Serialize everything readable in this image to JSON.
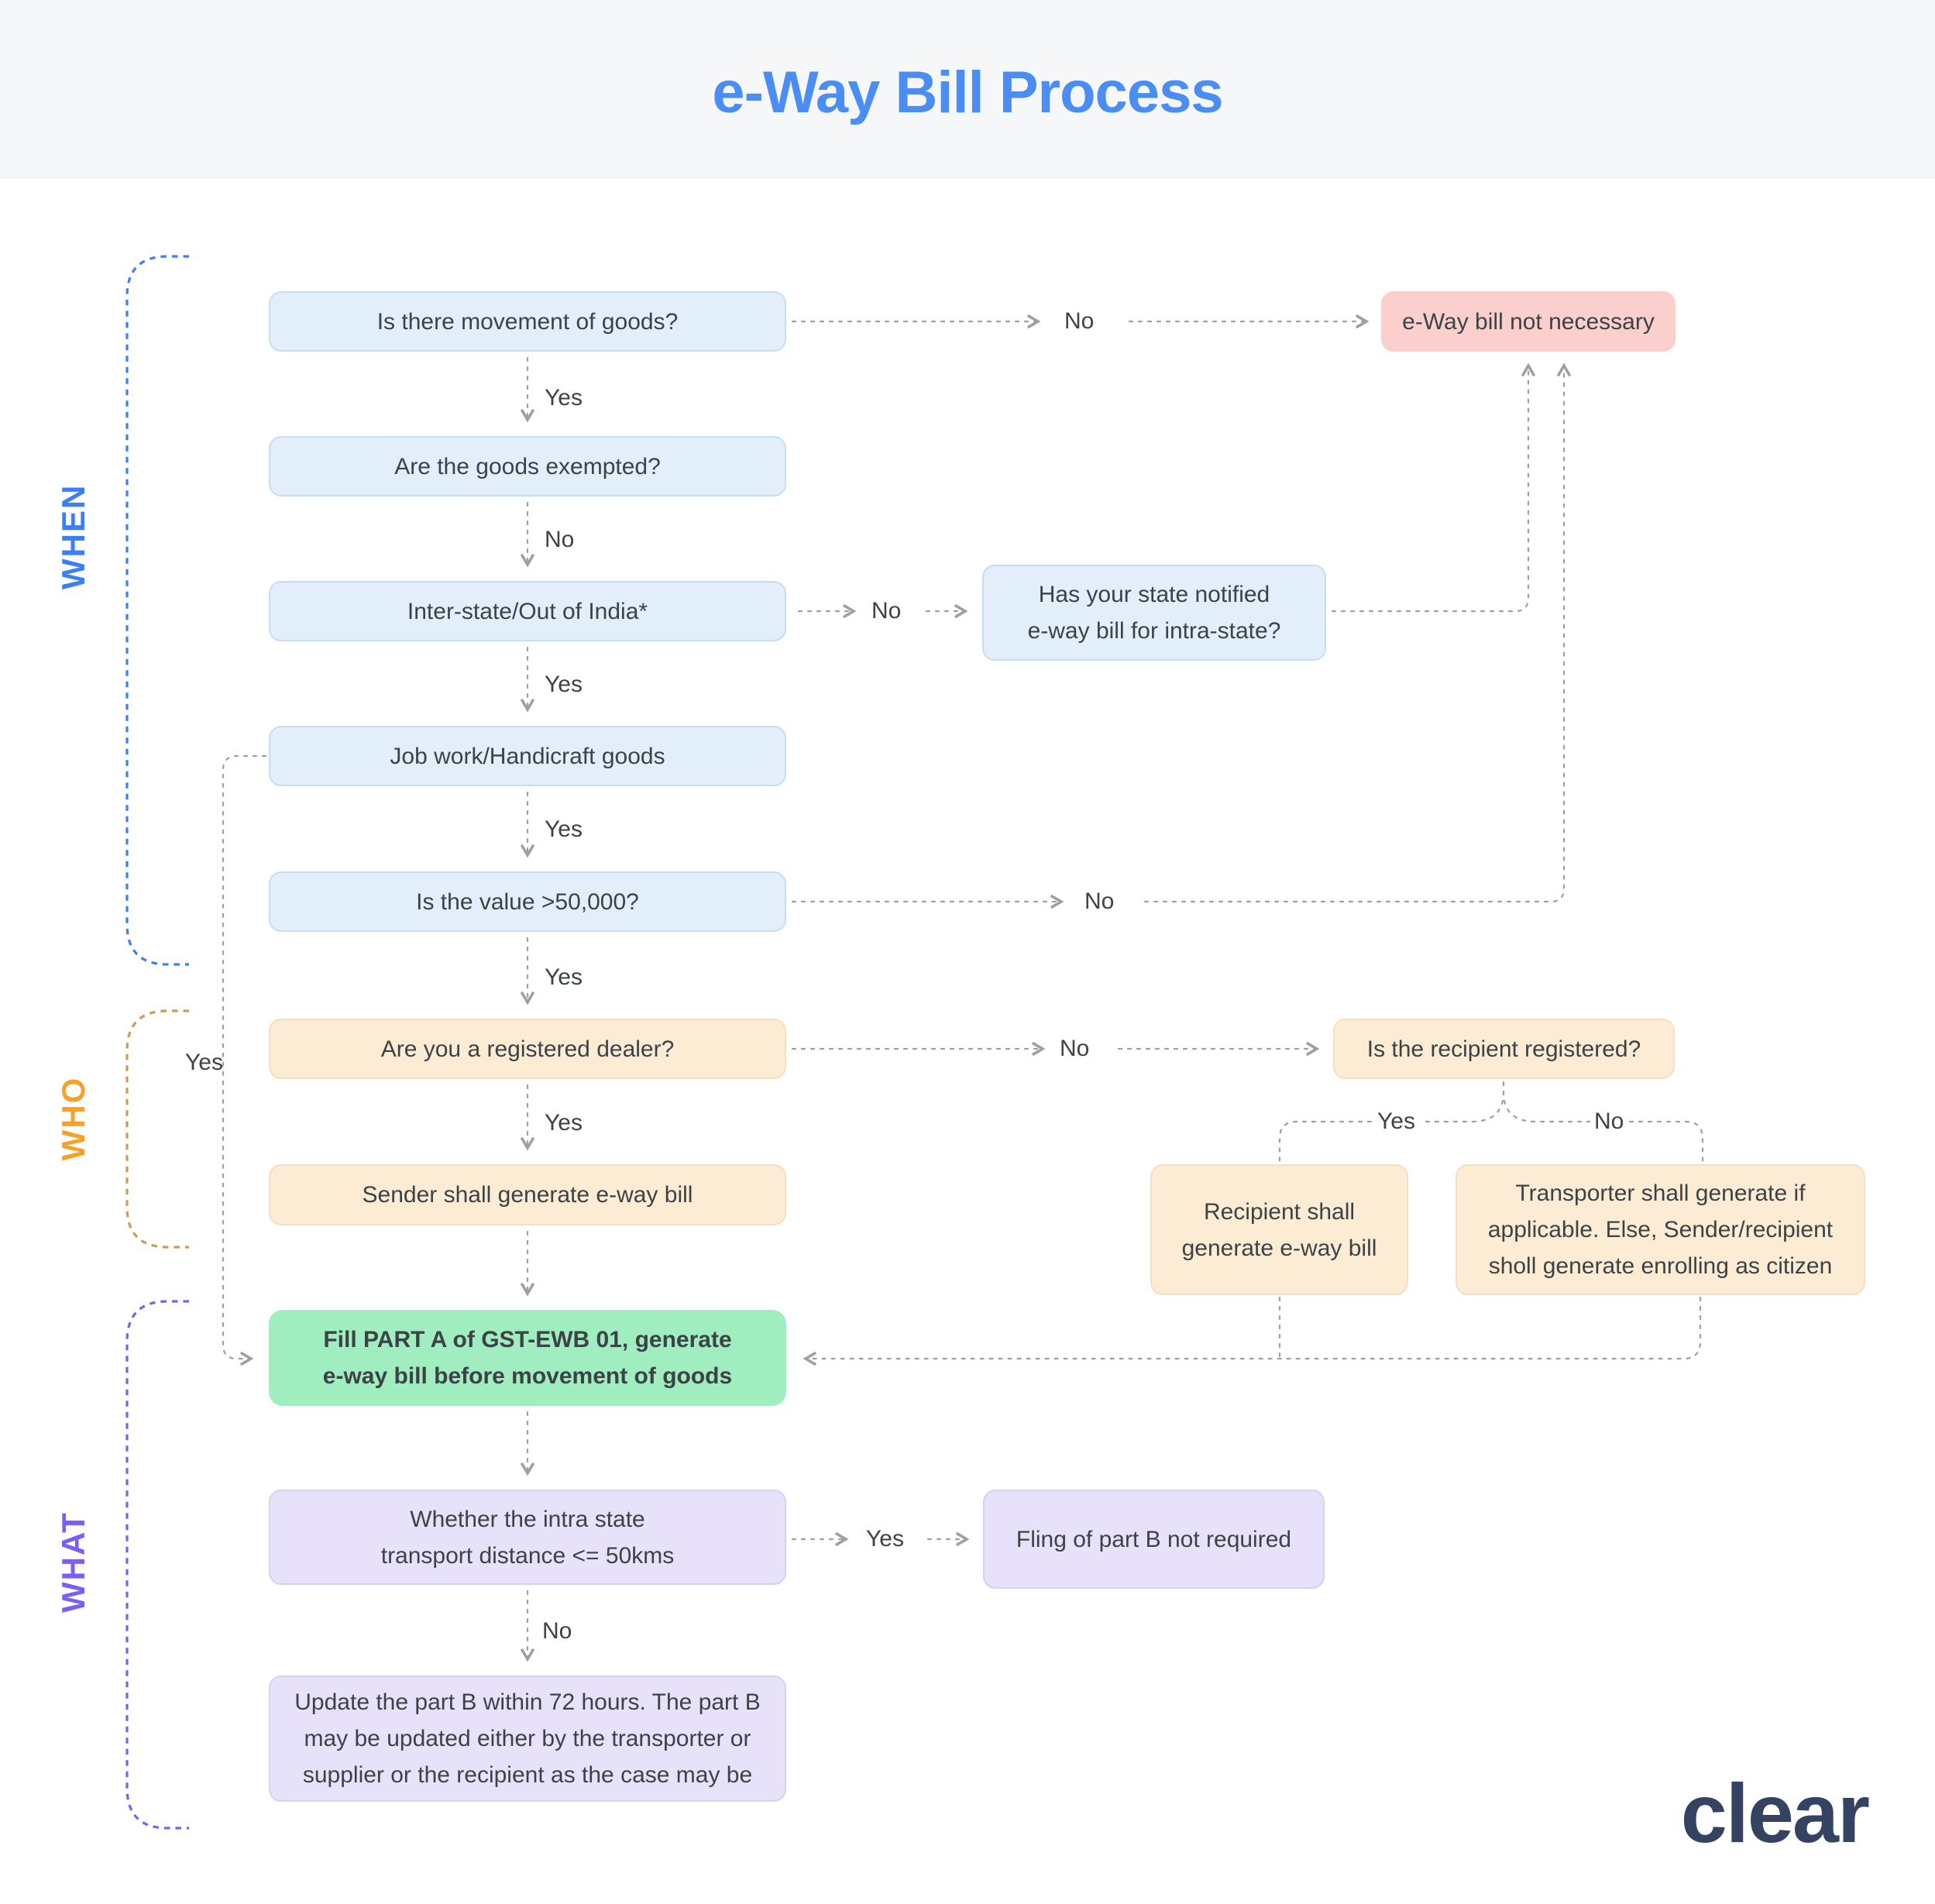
{
  "title": "e-Way Bill Process",
  "brand": "clear",
  "section_labels": {
    "when": "WHEN",
    "who": "WHO",
    "what": "WHAT"
  },
  "labels": {
    "yes": "Yes",
    "no": "No"
  },
  "nodes": {
    "movement": "Is there movement of goods?",
    "not_necessary": "e-Way bill not necessary",
    "exempted": "Are the goods exempted?",
    "interstate": "Inter-state/Out of India*",
    "state_notified": "Has your state notified\ne-way bill for intra-state?",
    "jobwork": "Job work/Handicraft goods",
    "value": "Is the value >50,000?",
    "registered_dealer": "Are you a registered dealer?",
    "recipient_registered": "Is the recipient registered?",
    "sender_generate": "Sender shall generate e-way bill",
    "recipient_generate": "Recipient shall\ngenerate e-way bill",
    "transporter_generate": "Transporter shall generate if\napplicable. Else, Sender/recipient\nsholl generate enrolling as citizen",
    "fill_part_a": "Fill PART A of GST-EWB 01, generate\ne-way bill before movement of goods",
    "distance": "Whether the intra state\ntransport distance <= 50kms",
    "fling": "Fling of part B not required",
    "update_part_b": "Update the part B within 72 hours. The part B\nmay be updated either by the transporter or\nsupplier or the recipient as the case may be"
  },
  "colors": {
    "title_blue": "#4a8df5",
    "when_blue": "#3c7ef6",
    "who_orange": "#f6a12c",
    "who_bracket": "#cf9a55",
    "what_purple": "#7c5df8",
    "box_blue": "#e3eefb",
    "box_pink": "#fbcfcb",
    "box_peach": "#fcecd4",
    "box_green": "#a0edc0",
    "box_purple": "#e7e2f9",
    "wire_gray": "#9aa0a6",
    "brand_navy": "#344361"
  }
}
